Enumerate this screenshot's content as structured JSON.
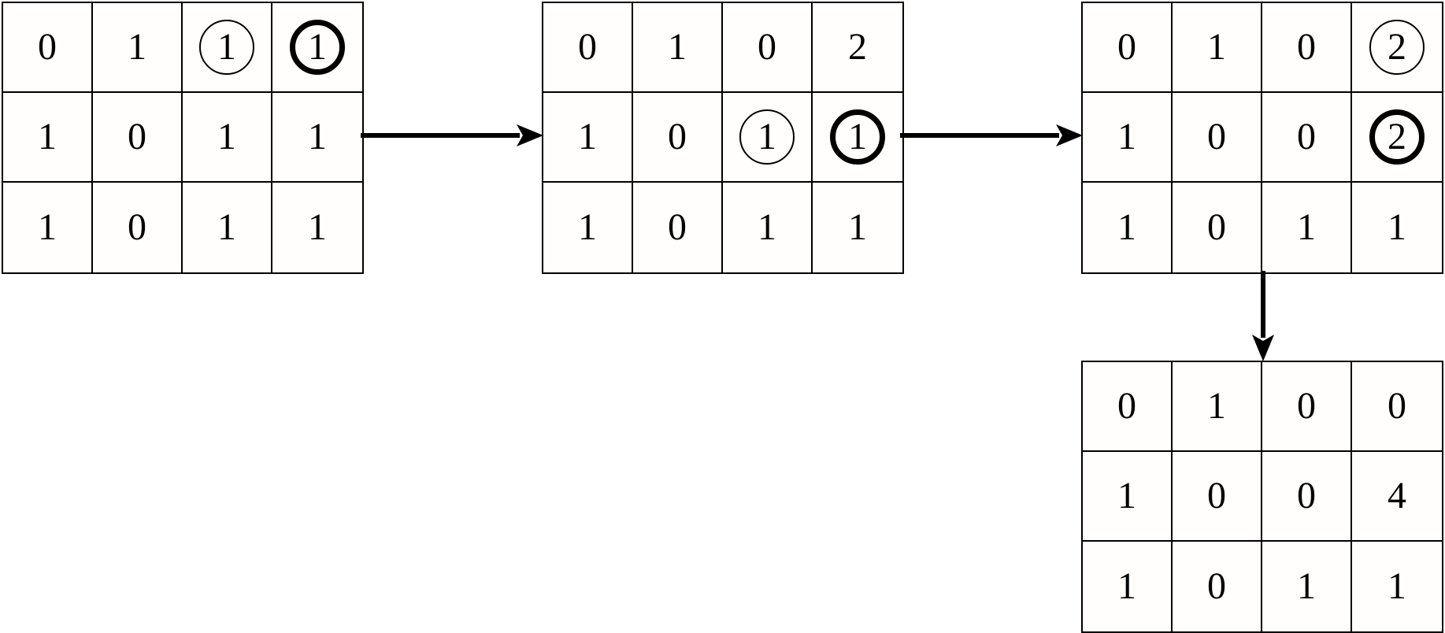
{
  "figure": {
    "background_color": "#ffffff",
    "line_color": "#000000",
    "grids": [
      {
        "name": "step-1",
        "rows": [
          [
            "0",
            "1",
            "1",
            "1"
          ],
          [
            "1",
            "0",
            "1",
            "1"
          ],
          [
            "1",
            "0",
            "1",
            "1"
          ]
        ],
        "annotations": [
          {
            "row": 0,
            "col": 2,
            "style": "thin-circle"
          },
          {
            "row": 0,
            "col": 3,
            "style": "bold-circle"
          }
        ]
      },
      {
        "name": "step-2",
        "rows": [
          [
            "0",
            "1",
            "0",
            "2"
          ],
          [
            "1",
            "0",
            "1",
            "1"
          ],
          [
            "1",
            "0",
            "1",
            "1"
          ]
        ],
        "annotations": [
          {
            "row": 1,
            "col": 2,
            "style": "thin-circle"
          },
          {
            "row": 1,
            "col": 3,
            "style": "bold-circle"
          }
        ]
      },
      {
        "name": "step-3",
        "rows": [
          [
            "0",
            "1",
            "0",
            "2"
          ],
          [
            "1",
            "0",
            "0",
            "2"
          ],
          [
            "1",
            "0",
            "1",
            "1"
          ]
        ],
        "annotations": [
          {
            "row": 0,
            "col": 3,
            "style": "thin-circle"
          },
          {
            "row": 1,
            "col": 3,
            "style": "bold-circle"
          }
        ]
      },
      {
        "name": "step-4",
        "rows": [
          [
            "0",
            "1",
            "0",
            "0"
          ],
          [
            "1",
            "0",
            "0",
            "4"
          ],
          [
            "1",
            "0",
            "1",
            "1"
          ]
        ],
        "annotations": []
      }
    ],
    "arrows": [
      {
        "from": "step-1",
        "to": "step-2",
        "direction": "right"
      },
      {
        "from": "step-2",
        "to": "step-3",
        "direction": "right"
      },
      {
        "from": "step-3",
        "to": "step-4",
        "direction": "down"
      }
    ]
  }
}
